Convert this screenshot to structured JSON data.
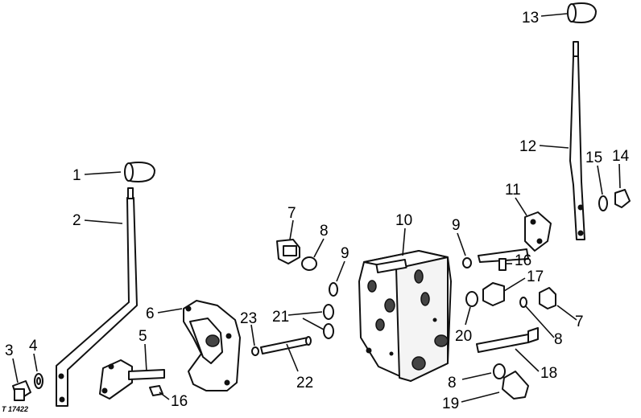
{
  "diagram": {
    "reference_code": "T 17422",
    "callouts": [
      {
        "id": "c1",
        "text": "1"
      },
      {
        "id": "c2",
        "text": "2"
      },
      {
        "id": "c3",
        "text": "3"
      },
      {
        "id": "c4",
        "text": "4"
      },
      {
        "id": "c5",
        "text": "5"
      },
      {
        "id": "c6",
        "text": "6"
      },
      {
        "id": "c7a",
        "text": "7"
      },
      {
        "id": "c8a",
        "text": "8"
      },
      {
        "id": "c9a",
        "text": "9"
      },
      {
        "id": "c10",
        "text": "10"
      },
      {
        "id": "c9b",
        "text": "9"
      },
      {
        "id": "c11",
        "text": "11"
      },
      {
        "id": "c12",
        "text": "12"
      },
      {
        "id": "c13",
        "text": "13"
      },
      {
        "id": "c14",
        "text": "14"
      },
      {
        "id": "c15",
        "text": "15"
      },
      {
        "id": "c16a",
        "text": "16"
      },
      {
        "id": "c16b",
        "text": "16"
      },
      {
        "id": "c17",
        "text": "17"
      },
      {
        "id": "c7b",
        "text": "7"
      },
      {
        "id": "c8b",
        "text": "8"
      },
      {
        "id": "c18",
        "text": "18"
      },
      {
        "id": "c8c",
        "text": "8"
      },
      {
        "id": "c19",
        "text": "19"
      },
      {
        "id": "c20",
        "text": "20"
      },
      {
        "id": "c21",
        "text": "21"
      },
      {
        "id": "c22",
        "text": "22"
      },
      {
        "id": "c23",
        "text": "23"
      }
    ]
  }
}
